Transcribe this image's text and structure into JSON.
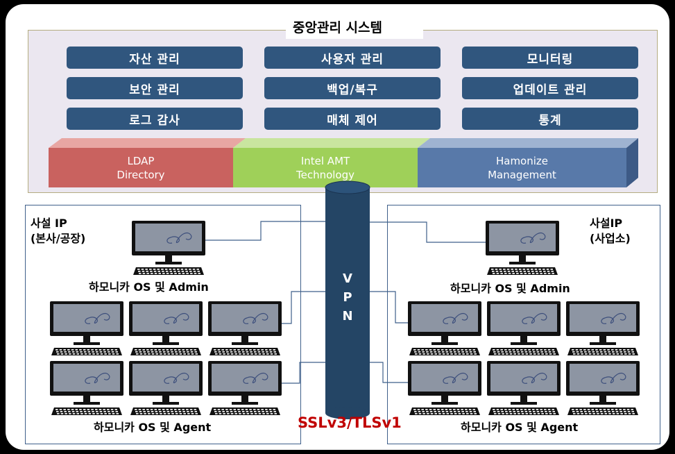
{
  "central": {
    "title": "중앙관리 시스템",
    "buttons": [
      [
        "자산 관리",
        "사용자 관리",
        "모니터링"
      ],
      [
        "보안 관리",
        "백업/복구",
        "업데이트 관리"
      ],
      [
        "로그 감사",
        "매체 제어",
        "통계"
      ]
    ],
    "bars": [
      {
        "line1": "LDAP",
        "line2": "Directory",
        "color": "#c9625f"
      },
      {
        "line1": "Intel AMT",
        "line2": "Technology",
        "color": "#9fd059"
      },
      {
        "line1": "Hamonize",
        "line2": "Management",
        "color": "#5879a9"
      }
    ]
  },
  "left_site": {
    "label_line1": "사설 IP",
    "label_line2": "(본사/공장)",
    "admin_caption": "하모니카 OS 및 Admin",
    "agent_caption": "하모니카 OS 및 Agent"
  },
  "right_site": {
    "label_line1": "사설IP",
    "label_line2": "(사업소)",
    "admin_caption": "하모니카 OS 및 Admin",
    "agent_caption": "하모니카 OS 및 Agent"
  },
  "vpn": {
    "letters": [
      "V",
      "P",
      "N"
    ],
    "protocol": "SSLv3/TLSv1",
    "color": "#244565"
  }
}
